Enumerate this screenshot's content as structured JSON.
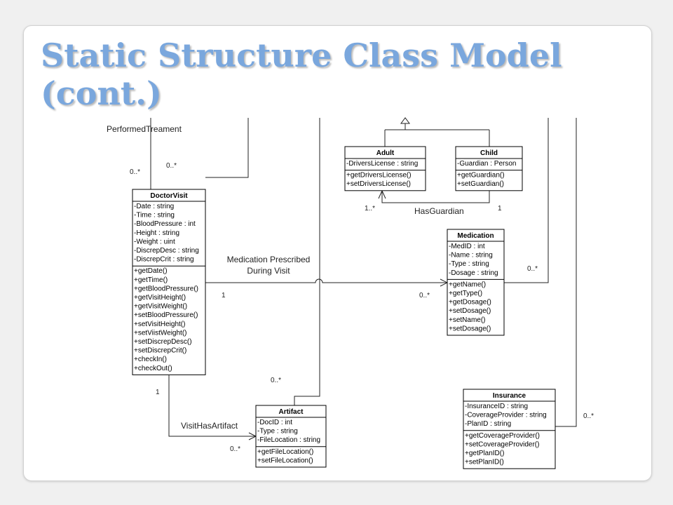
{
  "slide": {
    "title_line1": "Static Structure Class Model",
    "title_line2": "(cont.)"
  },
  "classes": {
    "doctorvisit": {
      "name": "DoctorVisit",
      "attributes": [
        "-Date : string",
        "-Time : string",
        "-BloodPressure : int",
        "-Height : string",
        "-Weight : uint",
        "-DiscrepDesc : string",
        "-DiscrepCrit : string"
      ],
      "operations": [
        "+getDate()",
        "+getTime()",
        "+getBloodPressure()",
        "+getVisitHeight()",
        "+getVisitWeight()",
        "+setBloodPressure()",
        "+setVisitHeight()",
        "+setViistWeight()",
        "+setDiscrepDesc()",
        "+setDiscrepCrit()",
        "+checkIn()",
        "+checkOut()"
      ]
    },
    "adult": {
      "name": "Adult",
      "attributes": [
        "-DriversLicense : string"
      ],
      "operations": [
        "+getDriversLicense()",
        "+setDriversLicense()"
      ]
    },
    "child": {
      "name": "Child",
      "attributes": [
        "-Guardian : Person"
      ],
      "operations": [
        "+getGuardian()",
        "+setGuardian()"
      ]
    },
    "medication": {
      "name": "Medication",
      "attributes": [
        "-MedID : int",
        "-Name : string",
        "-Type : string",
        "-Dosage : string"
      ],
      "operations": [
        "+getName()",
        "+getType()",
        "+getDosage()",
        "+setDosage()",
        "+setName()",
        "+setDosage()"
      ]
    },
    "artifact": {
      "name": "Artifact",
      "attributes": [
        "-DocID : int",
        "-Type : string",
        "-FileLocation : string"
      ],
      "operations": [
        "+getFileLocation()",
        "+setFileLocation()"
      ]
    },
    "insurance": {
      "name": "Insurance",
      "attributes": [
        "-InsuranceID : string",
        "-CoverageProvider : string",
        "-PlanID : string"
      ],
      "operations": [
        "+getCoverageProvider()",
        "+setCoverageProvider()",
        "+getPlanID()",
        "+setPlanID()"
      ]
    }
  },
  "associations": {
    "performed_treatment": {
      "label": "PerformedTreament"
    },
    "medication_prescribed": {
      "label_line1": "Medication Prescribed",
      "label_line2": "During Visit"
    },
    "has_guardian": {
      "label": "HasGuardian"
    },
    "visit_has_artifact": {
      "label": "VisitHasArtifact"
    }
  },
  "multiplicities": {
    "performed_left": "0..*",
    "performed_right": "0..*",
    "visit_med_source": "1",
    "visit_med_target": "0..*",
    "guardian_adult": "1..*",
    "guardian_child": "1",
    "med_right": "0..*",
    "visit_artifact_source": "1",
    "visit_artifact_target": "0..*",
    "artifact_top": "0..*",
    "insurance_right": "0..*"
  }
}
